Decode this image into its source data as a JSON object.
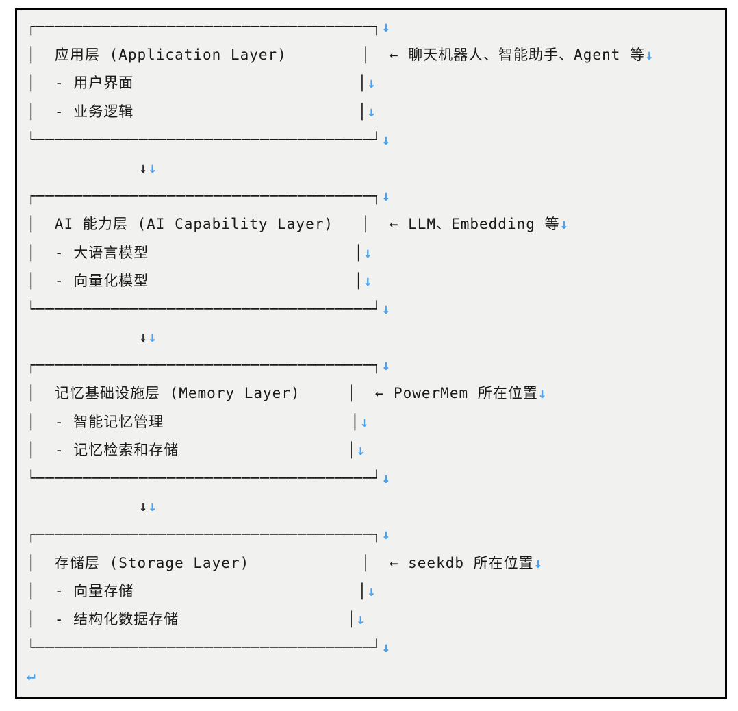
{
  "page": {
    "background": "#ffffff",
    "paper_background": "#f1f1ef",
    "page_border_color": "#000000",
    "text_color": "#1a1a1a",
    "format_mark_color": "#4ba2ee"
  },
  "marks": {
    "line_break": "↓",
    "paragraph_end": "↵"
  },
  "diagram": {
    "connector_arrow": "↓",
    "layers": [
      {
        "title": "应用层 (Application Layer)",
        "items": [
          "- 用户界面",
          "- 业务逻辑"
        ],
        "annotation": "← 聊天机器人、智能助手、Agent 等"
      },
      {
        "title": "AI 能力层 (AI Capability Layer)",
        "items": [
          "- 大语言模型",
          "- 向量化模型"
        ],
        "annotation": "← LLM、Embedding 等"
      },
      {
        "title": "记忆基础设施层 (Memory Layer)",
        "items": [
          "- 智能记忆管理",
          "- 记忆检索和存储"
        ],
        "annotation": "← PowerMem 所在位置"
      },
      {
        "title": "存储层 (Storage Layer)",
        "items": [
          "- 向量存储",
          "- 结构化数据存储"
        ],
        "annotation": "← seekdb 所在位置"
      }
    ],
    "lines": [
      {
        "kind": "box-top",
        "text": "┌────────────────────────────────────┐",
        "mark": "↓"
      },
      {
        "kind": "box-title",
        "text": "│  应用层 (Application Layer)        │  ← 聊天机器人、智能助手、Agent 等",
        "mark": "↓"
      },
      {
        "kind": "box-item",
        "text": "│  - 用户界面                        │",
        "mark": "↓"
      },
      {
        "kind": "box-item",
        "text": "│  - 业务逻辑                        │",
        "mark": "↓"
      },
      {
        "kind": "box-bottom",
        "text": "└────────────────────────────────────┘",
        "mark": "↓"
      },
      {
        "kind": "connector",
        "text": "            ↓",
        "mark": "↓"
      },
      {
        "kind": "box-top",
        "text": "┌────────────────────────────────────┐",
        "mark": "↓"
      },
      {
        "kind": "box-title",
        "text": "│  AI 能力层 (AI Capability Layer)   │  ← LLM、Embedding 等",
        "mark": "↓"
      },
      {
        "kind": "box-item",
        "text": "│  - 大语言模型                      │",
        "mark": "↓"
      },
      {
        "kind": "box-item",
        "text": "│  - 向量化模型                      │",
        "mark": "↓"
      },
      {
        "kind": "box-bottom",
        "text": "└────────────────────────────────────┘",
        "mark": "↓"
      },
      {
        "kind": "connector",
        "text": "            ↓",
        "mark": "↓"
      },
      {
        "kind": "box-top",
        "text": "┌────────────────────────────────────┐",
        "mark": "↓"
      },
      {
        "kind": "box-title",
        "text": "│  记忆基础设施层 (Memory Layer)     │  ← PowerMem 所在位置",
        "mark": "↓"
      },
      {
        "kind": "box-item",
        "text": "│  - 智能记忆管理                    │",
        "mark": "↓"
      },
      {
        "kind": "box-item",
        "text": "│  - 记忆检索和存储                  │",
        "mark": "↓"
      },
      {
        "kind": "box-bottom",
        "text": "└────────────────────────────────────┘",
        "mark": "↓"
      },
      {
        "kind": "connector",
        "text": "            ↓",
        "mark": "↓"
      },
      {
        "kind": "box-top",
        "text": "┌────────────────────────────────────┐",
        "mark": "↓"
      },
      {
        "kind": "box-title",
        "text": "│  存储层 (Storage Layer)            │  ← seekdb 所在位置",
        "mark": "↓"
      },
      {
        "kind": "box-item",
        "text": "│  - 向量存储                        │",
        "mark": "↓"
      },
      {
        "kind": "box-item",
        "text": "│  - 结构化数据存储                  │",
        "mark": "↓"
      },
      {
        "kind": "box-bottom",
        "text": "└────────────────────────────────────┘",
        "mark": "↓"
      },
      {
        "kind": "paragraph-end",
        "text": "",
        "mark": "↵"
      }
    ]
  }
}
